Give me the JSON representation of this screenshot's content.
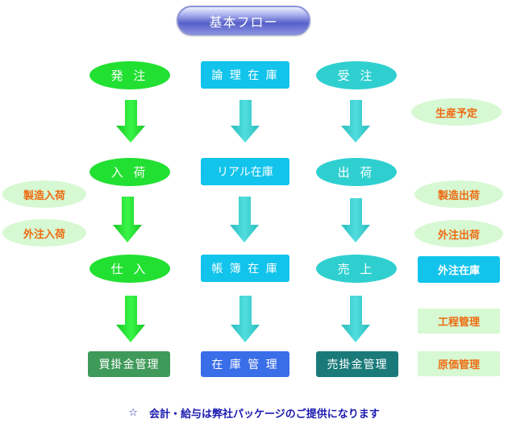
{
  "title": "基本フロー",
  "left_column": [
    "発 注",
    "入 荷",
    "仕 入",
    "買掛金管理"
  ],
  "middle_column": [
    "論 理 在 庫",
    "リアル在庫",
    "帳 簿 在 庫",
    "在 庫 管 理"
  ],
  "right_column": [
    "受 注",
    "出 荷",
    "売 上",
    "売掛金管理"
  ],
  "left_side_notes": [
    "製造入荷",
    "外注入荷"
  ],
  "right_side_notes": [
    "生産予定",
    "製造出荷",
    "外注出荷",
    "外注在庫",
    "工程管理",
    "原価管理"
  ],
  "footer": {
    "star": "☆",
    "text": "会計・給与は弊社パッケージのご提供になります"
  },
  "colors": {
    "green_arrow": "#22e032",
    "teal_arrow": "#38cccc"
  }
}
